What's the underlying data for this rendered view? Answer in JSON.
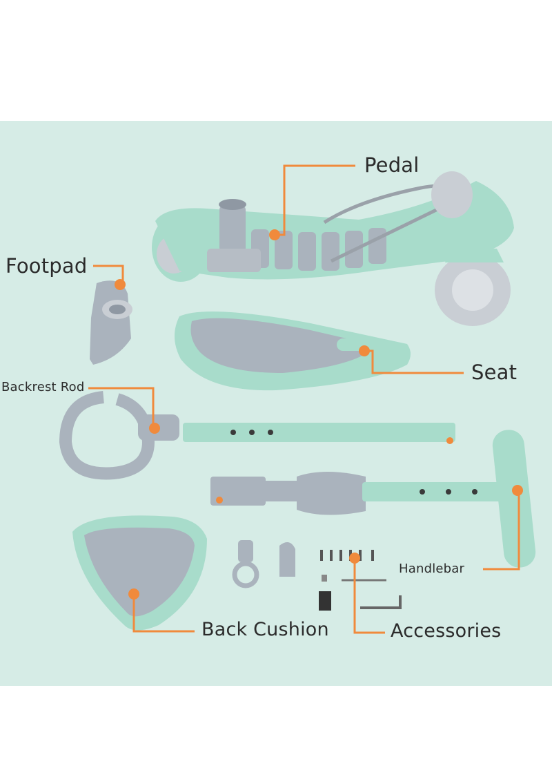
{
  "labels": {
    "pedal": "Pedal",
    "footpad": "Footpad",
    "seat": "Seat",
    "backrest_rod": "Backrest Rod",
    "handlebar": "Handlebar",
    "back_cushion": "Back Cushion",
    "accessories": "Accessories"
  },
  "colors": {
    "background": "#d6ece6",
    "mint": "#a8dccb",
    "grey_part": "#aab3bd",
    "leader_line": "#f08a3c",
    "marker_dot": "#f08a3c"
  }
}
